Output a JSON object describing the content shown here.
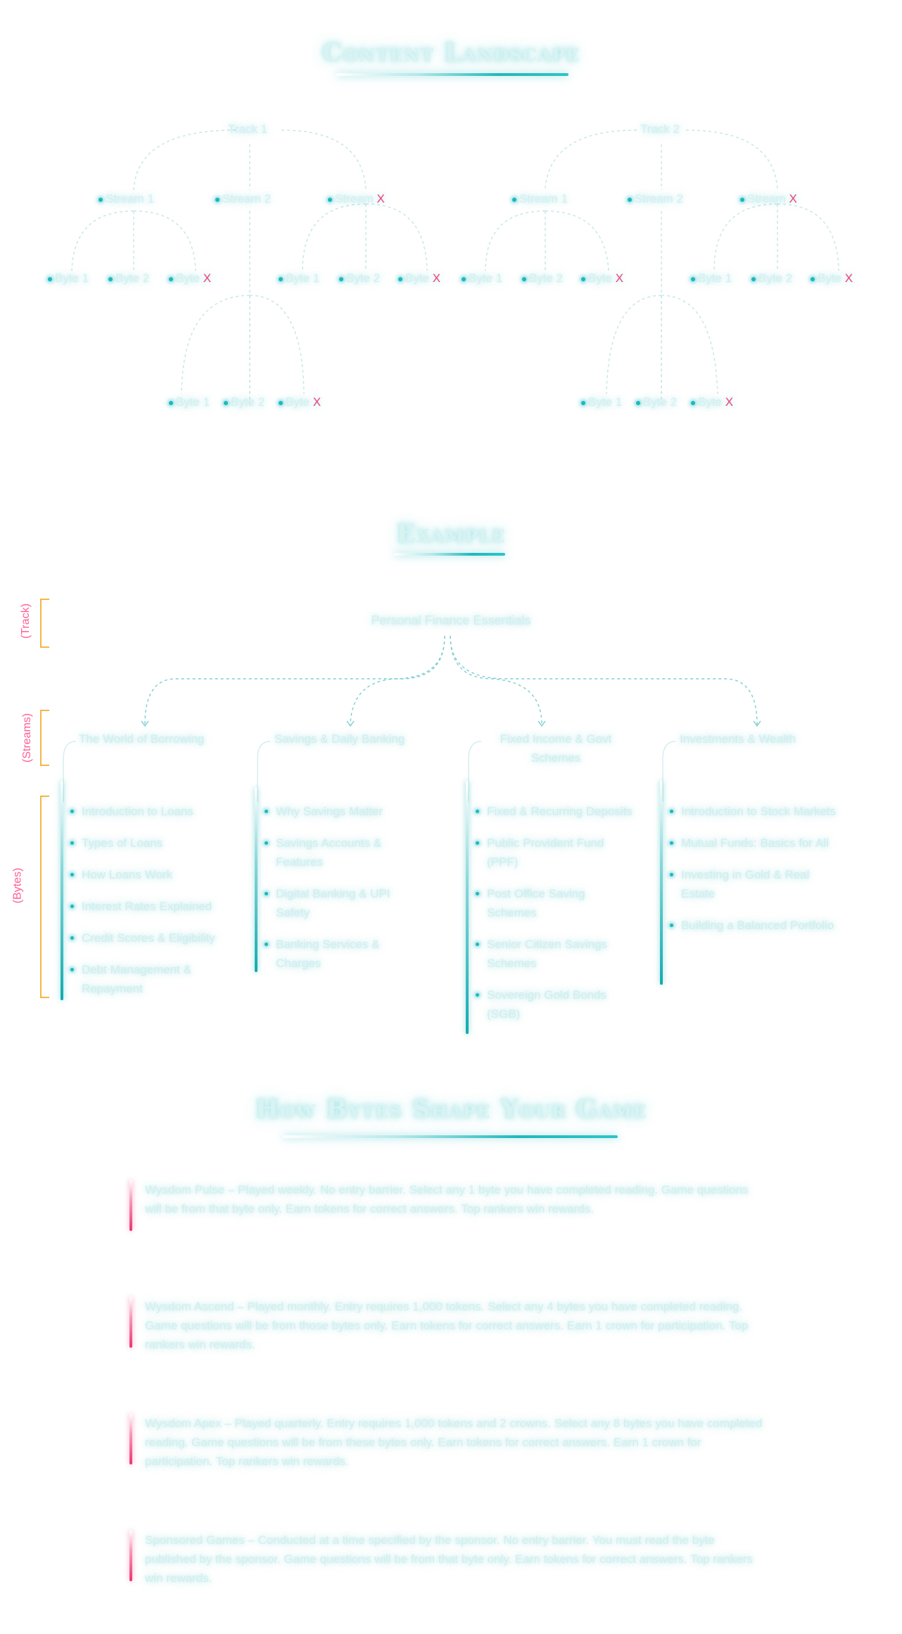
{
  "sections": {
    "landscape_title": "Content Landscape",
    "example_title": "Example",
    "games_title": "How Bytes Shape Your Game"
  },
  "landscape": {
    "tracks": [
      {
        "label": "Track 1",
        "streams": [
          {
            "name": "Stream 1",
            "x_mark": "",
            "bytes": [
              {
                "name": "Byte 1",
                "x_mark": ""
              },
              {
                "name": "Byte 2",
                "x_mark": ""
              },
              {
                "name": "Byte",
                "x_mark": "X"
              }
            ]
          },
          {
            "name": "Stream 2",
            "x_mark": "",
            "bytes": [
              {
                "name": "Byte 1",
                "x_mark": ""
              },
              {
                "name": "Byte 2",
                "x_mark": ""
              },
              {
                "name": "Byte",
                "x_mark": "X"
              }
            ]
          },
          {
            "name": "Stream",
            "x_mark": "X",
            "bytes": [
              {
                "name": "Byte 1",
                "x_mark": ""
              },
              {
                "name": "Byte 2",
                "x_mark": ""
              },
              {
                "name": "Byte",
                "x_mark": "X"
              }
            ]
          }
        ]
      },
      {
        "label": "Track 2",
        "streams": [
          {
            "name": "Stream 1",
            "x_mark": "",
            "bytes": [
              {
                "name": "Byte 1",
                "x_mark": ""
              },
              {
                "name": "Byte 2",
                "x_mark": ""
              },
              {
                "name": "Byte",
                "x_mark": "X"
              }
            ]
          },
          {
            "name": "Stream 2",
            "x_mark": "",
            "bytes": [
              {
                "name": "Byte 1",
                "x_mark": ""
              },
              {
                "name": "Byte 2",
                "x_mark": ""
              },
              {
                "name": "Byte",
                "x_mark": "X"
              }
            ]
          },
          {
            "name": "Stream",
            "x_mark": "X",
            "bytes": [
              {
                "name": "Byte 1",
                "x_mark": ""
              },
              {
                "name": "Byte 2",
                "x_mark": ""
              },
              {
                "name": "Byte",
                "x_mark": "X"
              }
            ]
          }
        ]
      }
    ]
  },
  "example": {
    "bracket_labels": {
      "track": "(Track)",
      "streams": "(Streams)",
      "bytes": "(Bytes)"
    },
    "track": "Personal Finance Essentials",
    "streams": [
      {
        "name": "The World of Borrowing",
        "bytes": [
          "Introduction to Loans",
          "Types of Loans",
          "How Loans Work",
          "Interest Rates Explained",
          "Credit Scores & Eligibility",
          "Debt Management & Repayment"
        ]
      },
      {
        "name": "Savings & Daily Banking",
        "bytes": [
          "Why Savings Matter",
          "Savings Accounts & Features",
          "Digital Banking & UPI Safety",
          "Banking Services & Charges"
        ]
      },
      {
        "name": "Fixed Income & Govt Schemes",
        "bytes": [
          "Fixed & Recurring Deposits",
          "Public Provident Fund (PPF)",
          "Post Office Saving Schemes",
          "Senior Citizen Savings Schemes",
          "Sovereign Gold Bonds (SGB)"
        ]
      },
      {
        "name": "Investments & Wealth",
        "bytes": [
          "Introduction to Stock Markets",
          "Mutual Funds: Basics for All",
          "Investing in Gold & Real Estate",
          "Building a Balanced Portfolio"
        ]
      }
    ]
  },
  "games": [
    "Wysdom Pulse – Played weekly. No entry barrier. Select any 1 byte you have completed reading. Game questions will be from that byte only. Earn tokens for correct answers. Top rankers win rewards.",
    "Wysdom Ascend – Played monthly. Entry requires 1,000 tokens. Select any 4 bytes you have completed reading. Game questions will be from those bytes only. Earn tokens for correct answers. Earn 1 crown for participation. Top rankers win rewards.",
    "Wysdom Apex – Played quarterly. Entry requires 1,000 tokens and 2 crowns. Select any 8 bytes you have completed reading. Game questions will be from these bytes only. Earn tokens for correct answers. Earn 1 crown for participation. Top rankers win rewards.",
    "Sponsored Games – Conducted at a time specified by the sponsor. No entry barrier. You must read the byte published by the sponsor. Game questions will be from that byte only. Earn tokens for correct answers. Top rankers win rewards."
  ],
  "colors": {
    "teal": "#1cb9bf",
    "pink": "#ec3476",
    "gold": "#f5b547",
    "x_red": "#f0417b"
  }
}
